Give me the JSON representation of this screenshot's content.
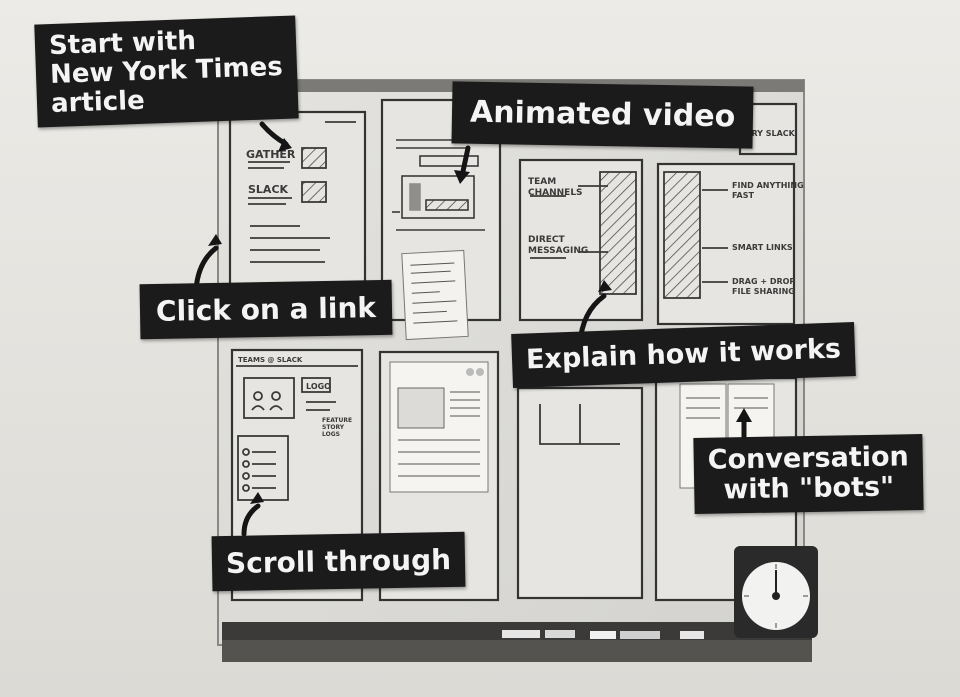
{
  "callouts": {
    "start": [
      "Start with",
      "New York Times",
      "article"
    ],
    "animated": "Animated video",
    "click": "Click on a link",
    "explain": "Explain how it works",
    "scroll": "Scroll through",
    "conversation": [
      "Conversation",
      "with \"bots\""
    ]
  },
  "sketch_text": {
    "gather": "GATHER",
    "slack": "SLACK",
    "team_channels": [
      "TEAM",
      "CHANNELS"
    ],
    "direct_messaging": [
      "DIRECT",
      "MESSAGING"
    ],
    "find_anything": [
      "FIND ANYTHING",
      "FAST"
    ],
    "smart_links": "SMART LINKS",
    "drag_drop": [
      "DRAG + DROP",
      "FILE SHARING"
    ],
    "teams_slack": "TEAMS @ SLACK",
    "logo": "LOGO",
    "feature_story": [
      "FEATURE",
      "STORY",
      "LOGS"
    ],
    "try_slack": "TRY SLACK"
  },
  "colors": {
    "label_bg": "#1b1b1b",
    "label_text": "#f4f4f4",
    "whiteboard": "#dedcd8",
    "sketch_ink": "#3a3a3a"
  },
  "icons": [
    "arrow-icon",
    "timer-icon",
    "hatched-placeholder-icon",
    "avatar-sketch-icon"
  ]
}
